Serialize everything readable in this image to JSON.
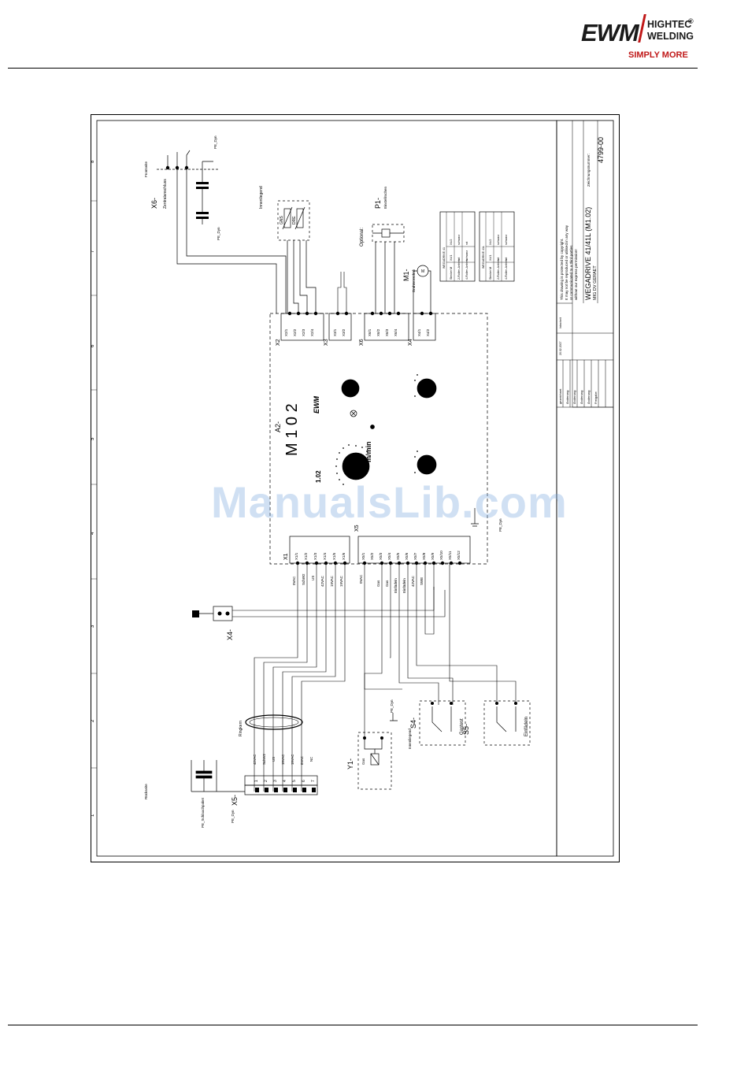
{
  "brand": {
    "name": "EWM",
    "line1": "HIGHTEC",
    "line2": "WELDING",
    "reg": "®",
    "tagline": "SIMPLY MORE",
    "accent": "#c01818"
  },
  "watermark": "ManualsLib.com",
  "title_block": {
    "copyright": [
      "This drawing is protected by copyright.",
      "It may not be reproduced or utilised in any way",
      "or communicated to a third parties",
      "without our express permission!"
    ],
    "title": "WEGADRIVE 41/41L (M1.02)",
    "subtitle": "MIG DV GERAET",
    "drawing_no_label": "Zeichnungsnummer:",
    "drawing_no": "4799-00",
    "rev_rows": [
      "gezeichnet",
      "Änderung",
      "Änderung",
      "Änderung",
      "Änderung",
      "Freigabe"
    ],
    "date": "20.02.2007",
    "name": "Inkscheit"
  },
  "zones": [
    "1",
    "2",
    "3",
    "4",
    "5",
    "6",
    "7",
    "8"
  ],
  "components": {
    "a2": "A2-",
    "m102": "M 1 0 2",
    "version": "1.02",
    "x1": "X1",
    "x2": "X2",
    "x3": "X3",
    "x4": "X4",
    "x5": "X5",
    "x6": "X6",
    "x4_conn": "X4-",
    "x5_conn": "X5-",
    "x6_conn": "X6-",
    "y1": "Y1-",
    "s4": "S4-",
    "s5": "S5-",
    "m1": "M1-",
    "m1_desc": "Drahtvorschub",
    "p1": "P1-",
    "p1_desc": "Einstellrschen",
    "optional": "Optional:",
    "gas_label": "Gastest",
    "einf_label": "Einfädeln",
    "ringkern": "Ringkern",
    "rueckseite": "Rückseite",
    "frontseite": "Frontseite",
    "zentral": "Zentralanschluss",
    "pe_dyn": "PE_Dyn",
    "pe_sp": "PE_Schlauchpaket",
    "innenliegend": "Innenliegend",
    "mdrive": "m/min",
    "gns": "GNS",
    "dr": "DRE"
  },
  "x1_pins": [
    "X1/1",
    "X1/2",
    "X1/3",
    "X1/4",
    "X1/5",
    "X1/6"
  ],
  "x1_wires": [
    "0VAC",
    "SchW2",
    "US",
    "42VAC",
    "19VAC",
    "19VAC"
  ],
  "x5_pins": [
    "X5/1",
    "X5/2",
    "X5/3",
    "X5/4",
    "X5/5",
    "X5/6",
    "X5/7",
    "X5/8",
    "X5/9",
    "X5/10",
    "X5/11",
    "X5/12"
  ],
  "x5_wires": [
    "0VAC",
    "",
    "Gas",
    "Gas",
    "Einfädeln",
    "Einfädeln",
    "42VAC",
    "SWE",
    "",
    "",
    "",
    ""
  ],
  "x5_conn_pins": [
    "1",
    "2",
    "3",
    "4",
    "5",
    "6",
    "7"
  ],
  "x5_conn_wires": [
    "42VAC",
    "SchW2",
    "US",
    "19VAC",
    "19VAC",
    "0VAC",
    "NC"
  ],
  "x2_pins": [
    "X2/1",
    "X2/2",
    "X2/3",
    "X2/4"
  ],
  "x3_pins": [
    "X3/1",
    "X3/2"
  ],
  "x6_pins": [
    "X6/1",
    "X6/2",
    "X6/3",
    "X6/4"
  ],
  "x4_pins": [
    "X4/1",
    "X4/2"
  ],
  "wega_tables": [
    {
      "title": "WEGADRIVE 41",
      "rows": [
        [
          "Stecker M",
          "X4/1",
          "X4/2"
        ],
        [
          "2-Rollen-Antrieb",
          "rot",
          "schwarz"
        ],
        [
          "4-Rollen-Antrieb",
          "schwarz",
          "rot"
        ]
      ]
    },
    {
      "title": "WEGADRIVE 41L",
      "rows": [
        [
          "Stecker M",
          "X4/1",
          "X4/2"
        ],
        [
          "2-Rollen-Antrieb",
          "rot",
          "schwarz"
        ],
        [
          "4-Rollen-Antrieb",
          "rot",
          "schwarz"
        ]
      ]
    }
  ]
}
